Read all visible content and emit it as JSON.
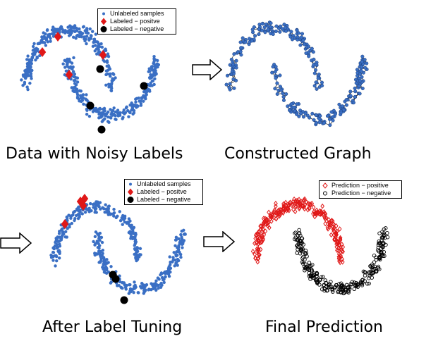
{
  "colors": {
    "unlabeled": "#3a6fc4",
    "positive": "#e01818",
    "negative": "#000000",
    "edge": "#1a1a1a"
  },
  "captions": {
    "panel1": "Data with Noisy Labels",
    "panel2": "Constructed Graph",
    "panel3": "After Label Tuning",
    "panel4": "Final Prediction"
  },
  "legend_tuning": {
    "unlabeled": "Unlabeled samples",
    "positive": "Labeled − positve",
    "negative": "Labeled − negative"
  },
  "legend_prediction": {
    "positive": "Prediction − positive",
    "negative": "Prediction − negative"
  },
  "icons": [
    "right-arrow-icon",
    "right-arrow-icon",
    "right-arrow-icon"
  ]
}
